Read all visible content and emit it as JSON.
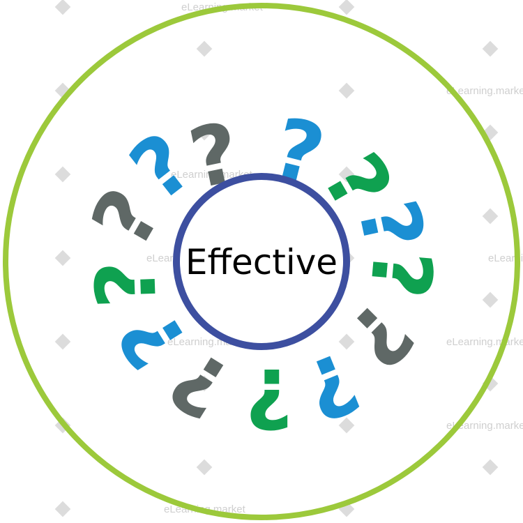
{
  "center": {
    "label": "Effective"
  },
  "watermark": {
    "text": "eLearning.market"
  },
  "colors": {
    "outer_ring": "#9cc93b",
    "inner_ring": "#3d4fa0",
    "blue": "#1b8fd3",
    "green": "#0fa150",
    "gray": "#5f6866",
    "watermark": "#d4d4d4"
  },
  "question_marks": [
    {
      "glyph": "?",
      "color": "gray",
      "direction": "up-left"
    },
    {
      "glyph": "?",
      "color": "blue",
      "direction": "up"
    },
    {
      "glyph": "?",
      "color": "green",
      "direction": "up-right"
    },
    {
      "glyph": "?",
      "color": "blue",
      "direction": "right-up"
    },
    {
      "glyph": "?",
      "color": "green",
      "direction": "right"
    },
    {
      "glyph": "?",
      "color": "gray",
      "direction": "right-down"
    },
    {
      "glyph": "?",
      "color": "blue",
      "direction": "down-right"
    },
    {
      "glyph": "?",
      "color": "green",
      "direction": "down"
    },
    {
      "glyph": "?",
      "color": "gray",
      "direction": "down-left"
    },
    {
      "glyph": "?",
      "color": "blue",
      "direction": "left-down"
    },
    {
      "glyph": "?",
      "color": "green",
      "direction": "left"
    },
    {
      "glyph": "?",
      "color": "gray",
      "direction": "left-up"
    },
    {
      "glyph": "?",
      "color": "blue",
      "direction": "up-left-low"
    }
  ]
}
